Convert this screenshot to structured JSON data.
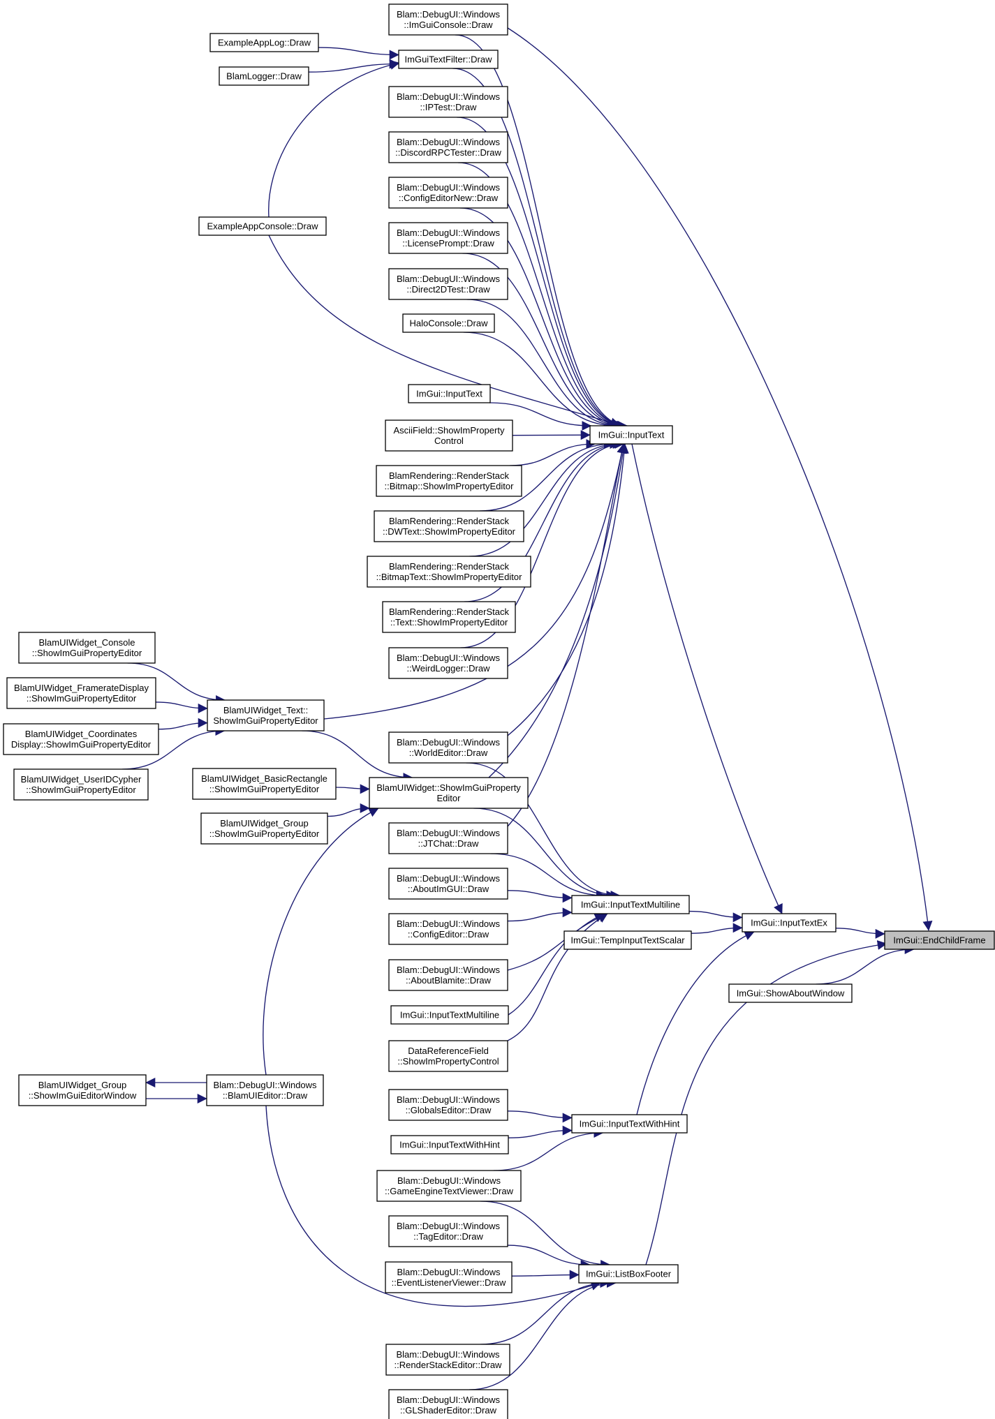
{
  "colors": {
    "edge": "#191970",
    "node_border": "#000000",
    "node_fill": "#ffffff",
    "root_fill": "#bfbfbf"
  },
  "nodes": {
    "endchild": {
      "lines": [
        "ImGui::EndChildFrame"
      ],
      "root": true
    },
    "inputtextex": {
      "lines": [
        "ImGui::InputTextEx"
      ]
    },
    "showabout": {
      "lines": [
        "ImGui::ShowAboutWindow"
      ]
    },
    "inputtext": {
      "lines": [
        "ImGui::InputText"
      ]
    },
    "multiline": {
      "lines": [
        "ImGui::InputTextMultiline"
      ]
    },
    "tempinput": {
      "lines": [
        "ImGui::TempInputTextScalar"
      ]
    },
    "withhint": {
      "lines": [
        "ImGui::InputTextWithHint"
      ]
    },
    "listboxfooter": {
      "lines": [
        "ImGui::ListBoxFooter"
      ]
    },
    "imguiconsole": {
      "lines": [
        "Blam::DebugUI::Windows",
        "::ImGuiConsole::Draw"
      ]
    },
    "textfilter": {
      "lines": [
        "ImGuiTextFilter::Draw"
      ]
    },
    "applog": {
      "lines": [
        "ExampleAppLog::Draw"
      ]
    },
    "blamlogger": {
      "lines": [
        "BlamLogger::Draw"
      ]
    },
    "iptest": {
      "lines": [
        "Blam::DebugUI::Windows",
        "::IPTest::Draw"
      ]
    },
    "discord": {
      "lines": [
        "Blam::DebugUI::Windows",
        "::DiscordRPCTester::Draw"
      ]
    },
    "confignew": {
      "lines": [
        "Blam::DebugUI::Windows",
        "::ConfigEditorNew::Draw"
      ]
    },
    "license": {
      "lines": [
        "Blam::DebugUI::Windows",
        "::LicensePrompt::Draw"
      ]
    },
    "appconsole": {
      "lines": [
        "ExampleAppConsole::Draw"
      ]
    },
    "d2d": {
      "lines": [
        "Blam::DebugUI::Windows",
        "::Direct2DTest::Draw"
      ]
    },
    "halo": {
      "lines": [
        "HaloConsole::Draw"
      ]
    },
    "inputtext2": {
      "lines": [
        "ImGui::InputText"
      ]
    },
    "ascii": {
      "lines": [
        "AsciiField::ShowImProperty",
        "Control"
      ]
    },
    "bitmap": {
      "lines": [
        "BlamRendering::RenderStack",
        "::Bitmap::ShowImPropertyEditor"
      ]
    },
    "dwtext": {
      "lines": [
        "BlamRendering::RenderStack",
        "::DWText::ShowImPropertyEditor"
      ]
    },
    "bitmaptext": {
      "lines": [
        "BlamRendering::RenderStack",
        "::BitmapText::ShowImPropertyEditor"
      ]
    },
    "rstext": {
      "lines": [
        "BlamRendering::RenderStack",
        "::Text::ShowImPropertyEditor"
      ]
    },
    "weirdlogger": {
      "lines": [
        "Blam::DebugUI::Windows",
        "::WeirdLogger::Draw"
      ]
    },
    "wconsole": {
      "lines": [
        "BlamUIWidget_Console",
        "::ShowImGuiPropertyEditor"
      ]
    },
    "wframerate": {
      "lines": [
        "BlamUIWidget_FramerateDisplay",
        "::ShowImGuiPropertyEditor"
      ]
    },
    "wcoords": {
      "lines": [
        "BlamUIWidget_Coordinates",
        "Display::ShowImGuiPropertyEditor"
      ]
    },
    "wuserid": {
      "lines": [
        "BlamUIWidget_UserIDCypher",
        "::ShowImGuiPropertyEditor"
      ]
    },
    "wtext": {
      "lines": [
        "BlamUIWidget_Text::",
        "ShowImGuiPropertyEditor"
      ]
    },
    "worldeditor": {
      "lines": [
        "Blam::DebugUI::Windows",
        "::WorldEditor::Draw"
      ]
    },
    "wbasicrect": {
      "lines": [
        "BlamUIWidget_BasicRectangle",
        "::ShowImGuiPropertyEditor"
      ]
    },
    "widgetprop": {
      "lines": [
        "BlamUIWidget::ShowImGuiProperty",
        "Editor"
      ]
    },
    "wgroup": {
      "lines": [
        "BlamUIWidget_Group",
        "::ShowImGuiPropertyEditor"
      ]
    },
    "jtchat": {
      "lines": [
        "Blam::DebugUI::Windows",
        "::JTChat::Draw"
      ]
    },
    "aboutimgui": {
      "lines": [
        "Blam::DebugUI::Windows",
        "::AboutImGUI::Draw"
      ]
    },
    "configeditor": {
      "lines": [
        "Blam::DebugUI::Windows",
        "::ConfigEditor::Draw"
      ]
    },
    "aboutblamite": {
      "lines": [
        "Blam::DebugUI::Windows",
        "::AboutBlamite::Draw"
      ]
    },
    "multiline2": {
      "lines": [
        "ImGui::InputTextMultiline"
      ]
    },
    "dataref": {
      "lines": [
        "DataReferenceField",
        "::ShowImPropertyControl"
      ]
    },
    "wgroupwin": {
      "lines": [
        "BlamUIWidget_Group",
        "::ShowImGuiEditorWindow"
      ]
    },
    "uieditor": {
      "lines": [
        "Blam::DebugUI::Windows",
        "::BlamUIEditor::Draw"
      ]
    },
    "globals": {
      "lines": [
        "Blam::DebugUI::Windows",
        "::GlobalsEditor::Draw"
      ]
    },
    "withhint2": {
      "lines": [
        "ImGui::InputTextWithHint"
      ]
    },
    "gametext": {
      "lines": [
        "Blam::DebugUI::Windows",
        "::GameEngineTextViewer::Draw"
      ]
    },
    "tageditor": {
      "lines": [
        "Blam::DebugUI::Windows",
        "::TagEditor::Draw"
      ]
    },
    "eventlistener": {
      "lines": [
        "Blam::DebugUI::Windows",
        "::EventListenerViewer::Draw"
      ]
    },
    "renderstack": {
      "lines": [
        "Blam::DebugUI::Windows",
        "::RenderStackEditor::Draw"
      ]
    },
    "glshader": {
      "lines": [
        "Blam::DebugUI::Windows",
        "::GLShaderEditor::Draw"
      ]
    }
  },
  "edges": [
    [
      "inputtextex",
      "endchild"
    ],
    [
      "showabout",
      "endchild"
    ],
    [
      "imguiconsole",
      "endchild"
    ],
    [
      "listboxfooter",
      "endchild"
    ],
    [
      "inputtext",
      "inputtextex"
    ],
    [
      "multiline",
      "inputtextex"
    ],
    [
      "tempinput",
      "inputtextex"
    ],
    [
      "withhint",
      "inputtextex"
    ],
    [
      "imguiconsole",
      "inputtext"
    ],
    [
      "textfilter",
      "inputtext"
    ],
    [
      "iptest",
      "inputtext"
    ],
    [
      "discord",
      "inputtext"
    ],
    [
      "confignew",
      "inputtext"
    ],
    [
      "license",
      "inputtext"
    ],
    [
      "d2d",
      "inputtext"
    ],
    [
      "halo",
      "inputtext"
    ],
    [
      "inputtext2",
      "inputtext"
    ],
    [
      "ascii",
      "inputtext"
    ],
    [
      "bitmap",
      "inputtext"
    ],
    [
      "dwtext",
      "inputtext"
    ],
    [
      "bitmaptext",
      "inputtext"
    ],
    [
      "rstext",
      "inputtext"
    ],
    [
      "weirdlogger",
      "inputtext"
    ],
    [
      "wtext",
      "inputtext"
    ],
    [
      "worldeditor",
      "inputtext"
    ],
    [
      "widgetprop",
      "inputtext"
    ],
    [
      "jtchat",
      "inputtext"
    ],
    [
      "appconsole",
      "inputtext"
    ],
    [
      "applog",
      "textfilter"
    ],
    [
      "blamlogger",
      "textfilter"
    ],
    [
      "appconsole",
      "textfilter"
    ],
    [
      "wconsole",
      "wtext"
    ],
    [
      "wframerate",
      "wtext"
    ],
    [
      "wcoords",
      "wtext"
    ],
    [
      "wuserid",
      "wtext"
    ],
    [
      "wtext",
      "widgetprop"
    ],
    [
      "wbasicrect",
      "widgetprop"
    ],
    [
      "wgroup",
      "widgetprop"
    ],
    [
      "uieditor",
      "widgetprop"
    ],
    [
      "worldeditor",
      "multiline"
    ],
    [
      "widgetprop",
      "multiline"
    ],
    [
      "jtchat",
      "multiline"
    ],
    [
      "aboutimgui",
      "multiline"
    ],
    [
      "configeditor",
      "multiline"
    ],
    [
      "aboutblamite",
      "multiline"
    ],
    [
      "multiline2",
      "multiline"
    ],
    [
      "dataref",
      "multiline"
    ],
    [
      "wgroupwin",
      "uieditor"
    ],
    [
      "uieditor",
      "wgroupwin"
    ],
    [
      "globals",
      "withhint"
    ],
    [
      "withhint2",
      "withhint"
    ],
    [
      "gametext",
      "withhint"
    ],
    [
      "gametext",
      "listboxfooter"
    ],
    [
      "tageditor",
      "listboxfooter"
    ],
    [
      "eventlistener",
      "listboxfooter"
    ],
    [
      "uieditor",
      "listboxfooter"
    ],
    [
      "renderstack",
      "listboxfooter"
    ],
    [
      "glshader",
      "listboxfooter"
    ]
  ]
}
